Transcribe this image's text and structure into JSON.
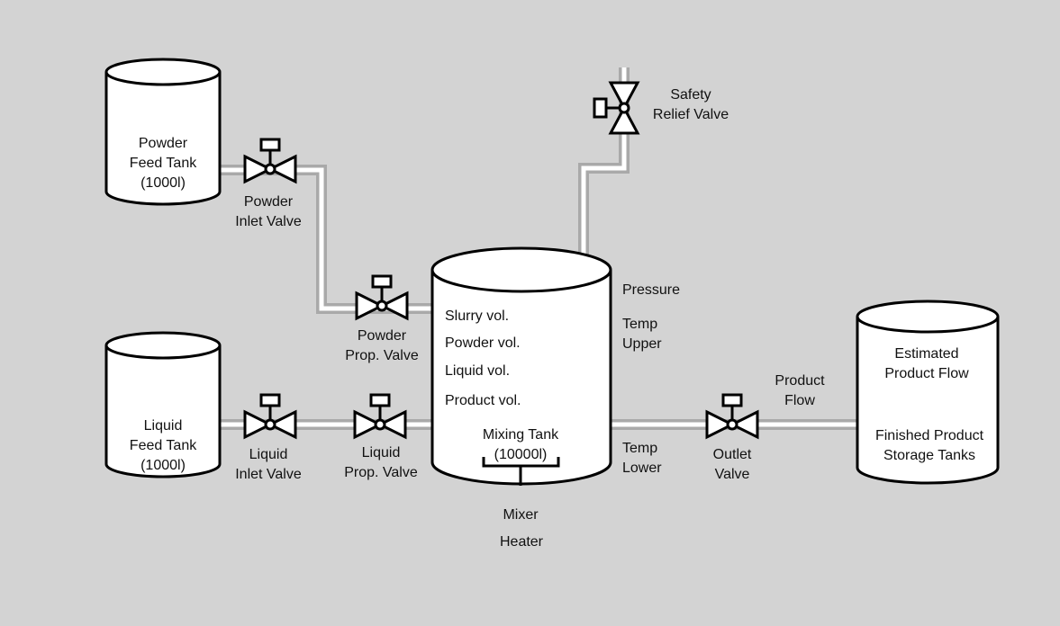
{
  "colors": {
    "background": "#d3d3d3",
    "pipe_outline": "#a9a9a9",
    "pipe_fill": "#ffffff",
    "stroke": "#000000"
  },
  "tanks": {
    "powder_feed": {
      "line1": "Powder",
      "line2": "Feed Tank",
      "line3": "(1000l)"
    },
    "liquid_feed": {
      "line1": "Liquid",
      "line2": "Feed Tank",
      "line3": "(1000l)"
    },
    "mixing": {
      "line1": "Mixing Tank",
      "line2": "(10000l)"
    },
    "storage": {
      "estimate_line1": "Estimated",
      "estimate_line2": "Product Flow",
      "name_line1": "Finished Product",
      "name_line2": "Storage Tanks"
    }
  },
  "mixing_readouts": [
    "Slurry vol.",
    "Powder vol.",
    "Liquid vol.",
    "Product vol."
  ],
  "mixing_side": {
    "pressure": "Pressure",
    "temp_upper_1": "Temp",
    "temp_upper_2": "Upper",
    "temp_lower_1": "Temp",
    "temp_lower_2": "Lower"
  },
  "mixer": {
    "mixer": "Mixer",
    "heater": "Heater"
  },
  "valves": {
    "powder_inlet": {
      "line1": "Powder",
      "line2": "Inlet Valve"
    },
    "powder_prop": {
      "line1": "Powder",
      "line2": "Prop. Valve"
    },
    "liquid_inlet": {
      "line1": "Liquid",
      "line2": "Inlet Valve"
    },
    "liquid_prop": {
      "line1": "Liquid",
      "line2": "Prop. Valve"
    },
    "outlet": {
      "line1": "Outlet",
      "line2": "Valve"
    },
    "safety": {
      "line1": "Safety",
      "line2": "Relief Valve"
    }
  },
  "flow": {
    "line1": "Product",
    "line2": "Flow"
  }
}
